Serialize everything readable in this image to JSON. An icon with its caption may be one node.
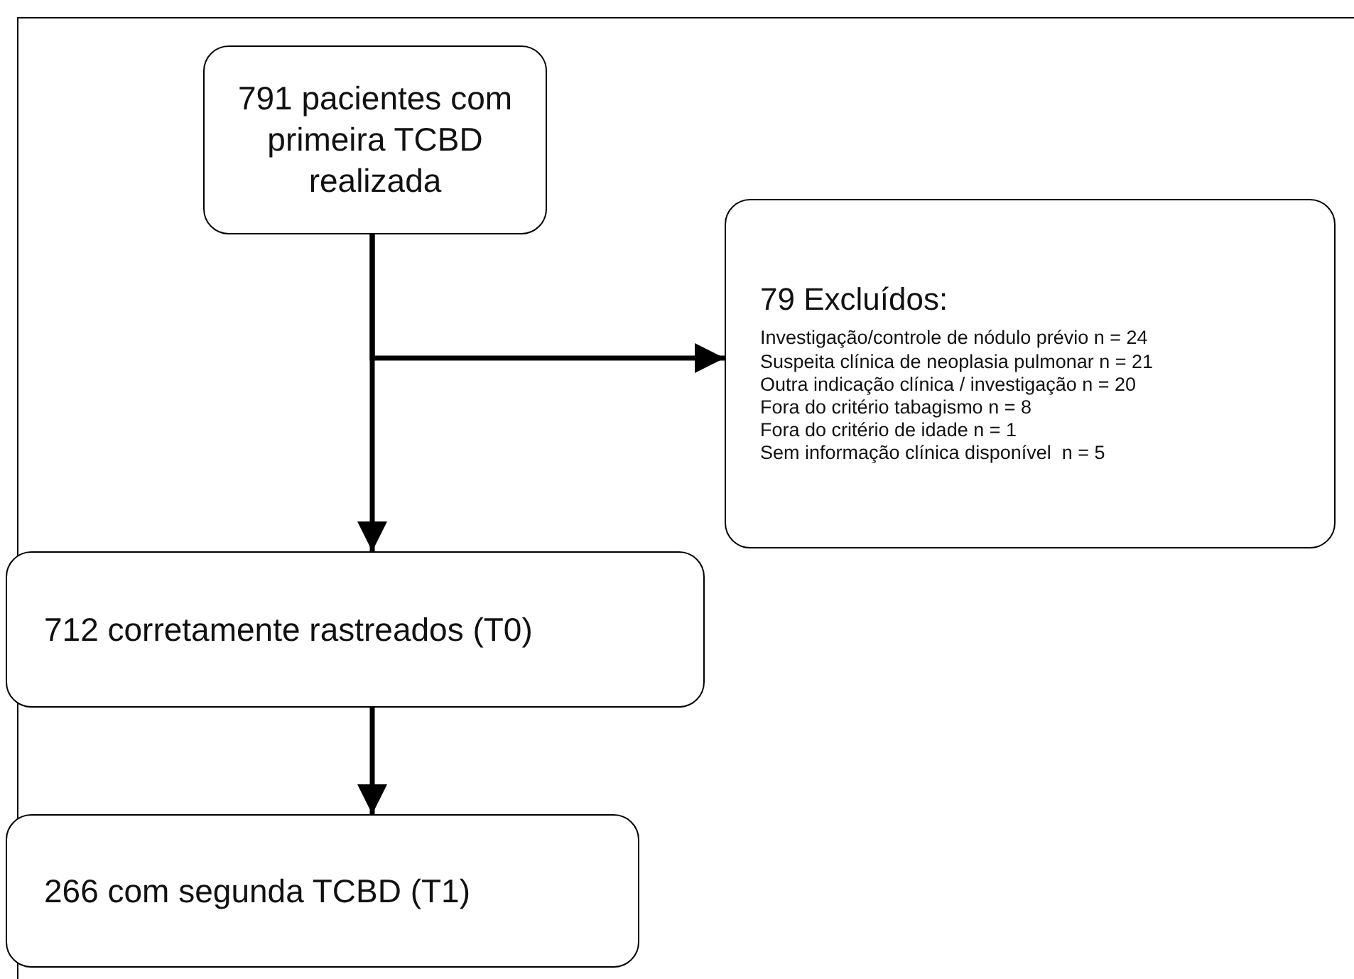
{
  "diagram": {
    "nodes": [
      {
        "text": [
          "791 pacientes com primeira TCBD realizada"
        ]
      },
      {
        "text": [
          "79 Excluídos:",
          "Investigação/controle de nódulo prévio n = 24",
          "Suspeita clínica de neoplasia pulmonar n = 21",
          "Outra indicação clínica / investigação n = 20",
          "Fora do critério tabagismo n = 8",
          "Fora do critério de idade n = 1",
          "Sem informação clínica disponível  n = 5"
        ]
      },
      {
        "text": [
          "712 corretamente rastreados (T0)"
        ]
      },
      {
        "text": [
          "266 com segunda TCBD (T1)"
        ]
      }
    ],
    "edges": [
      {
        "from": 0,
        "to": 2,
        "arrow": "to"
      },
      {
        "from": 0,
        "to": 1,
        "arrow": "to"
      },
      {
        "from": 2,
        "to": 3,
        "arrow": "to"
      }
    ]
  }
}
